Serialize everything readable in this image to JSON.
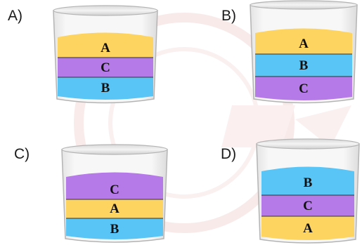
{
  "colors": {
    "A": "#fdd45f",
    "B": "#59c5f7",
    "C": "#b57ae8",
    "watermark": "#f5dada",
    "glass_stroke": "#b4b4b4"
  },
  "options": [
    {
      "label": "A)",
      "layers": [
        "A",
        "C",
        "B"
      ]
    },
    {
      "label": "B)",
      "layers": [
        "A",
        "B",
        "C"
      ]
    },
    {
      "label": "C)",
      "layers": [
        "C",
        "A",
        "B"
      ]
    },
    {
      "label": "D)",
      "layers": [
        "B",
        "C",
        "A"
      ]
    }
  ]
}
